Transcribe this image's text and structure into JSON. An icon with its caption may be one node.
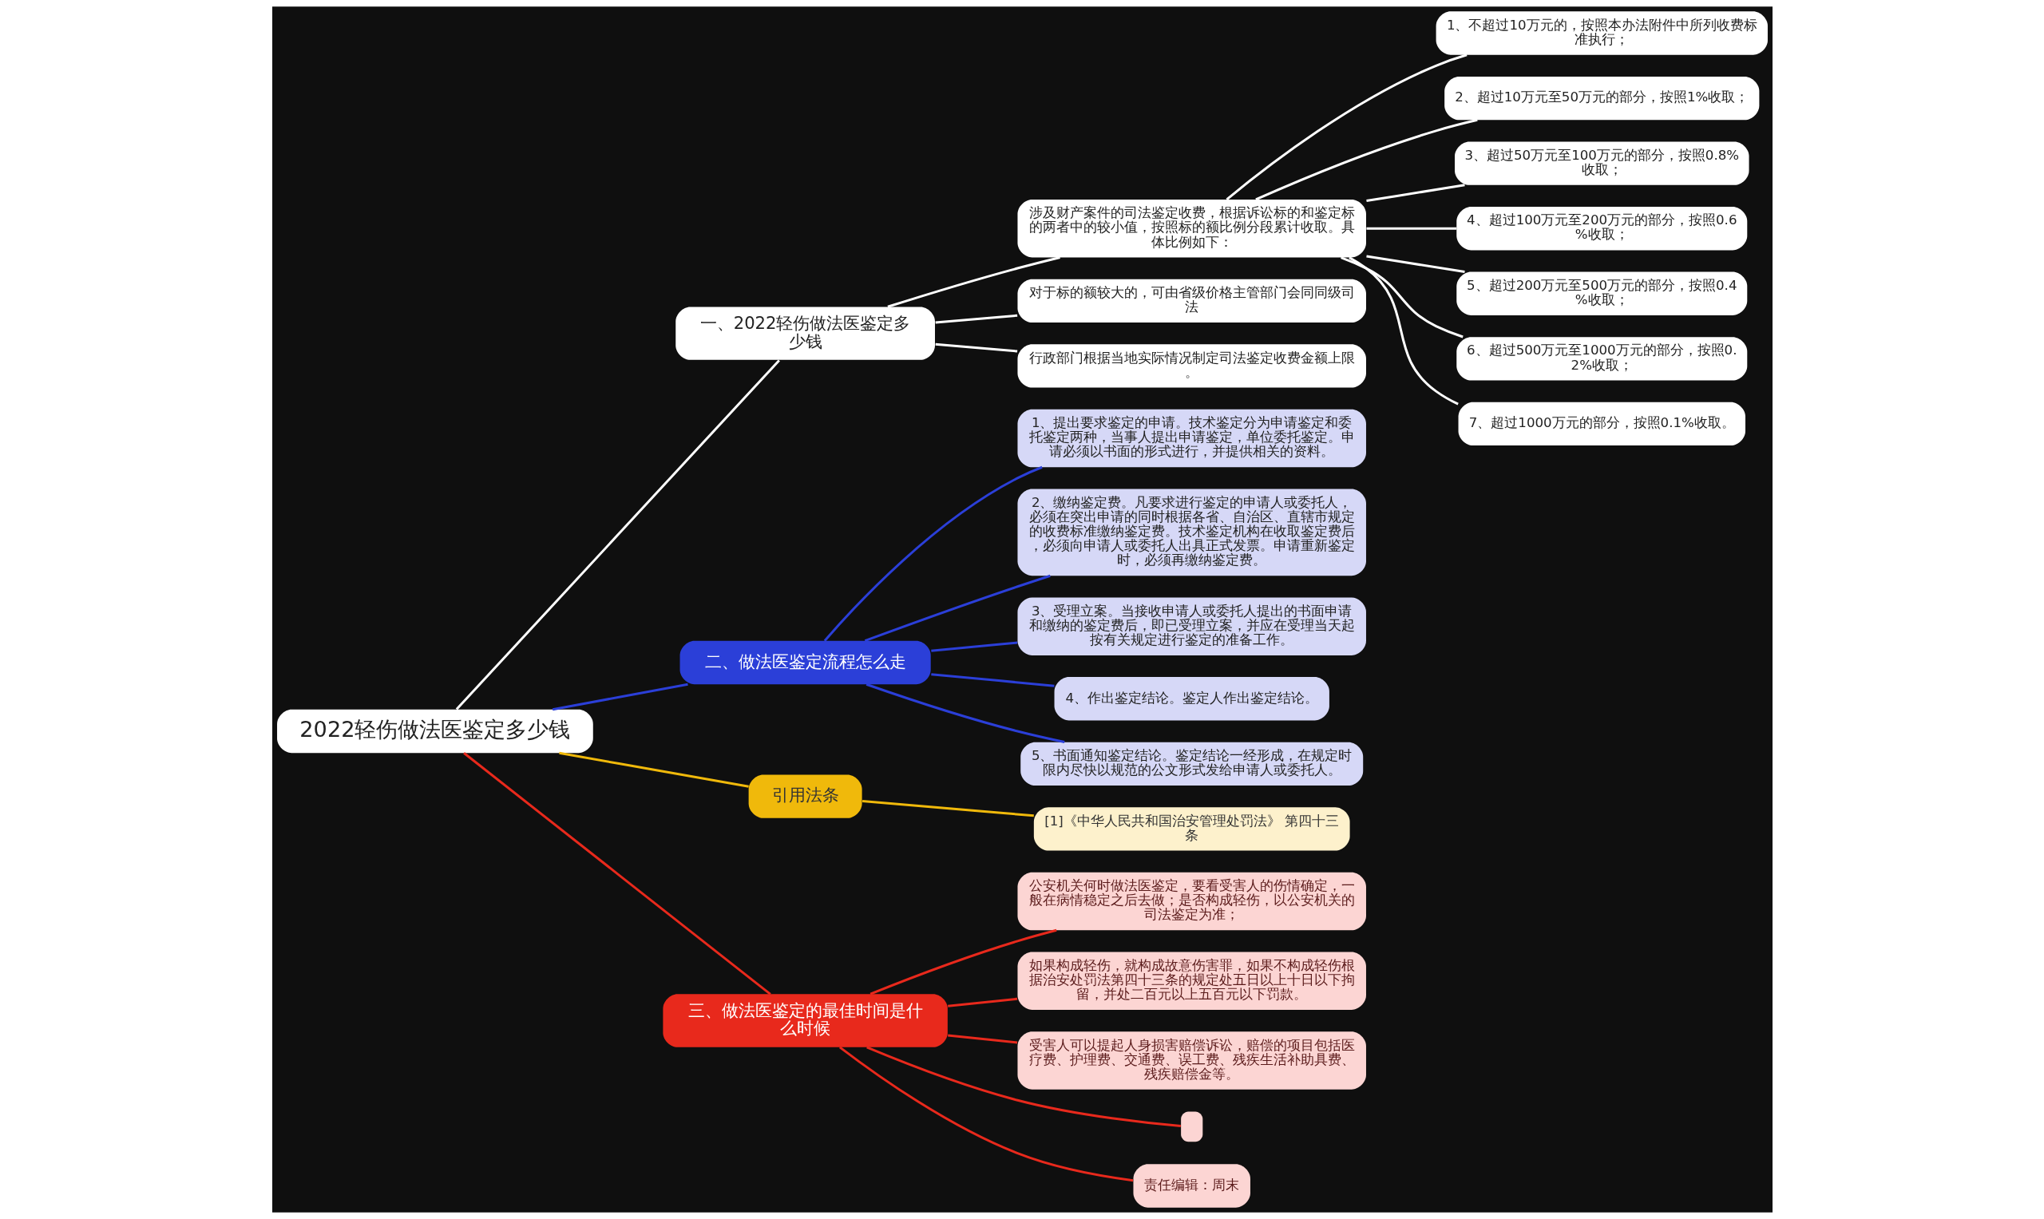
{
  "diagram": {
    "nodes": [
      {
        "text": [
          "2022轻伤做法医鉴定多少钱"
        ]
      },
      {
        "text": [
          "一、2022轻伤做法医鉴定多少钱"
        ]
      },
      {
        "text": [
          "涉及财产案件的司法鉴定收费，根据诉讼标的和鉴定标的两者中的较小值，按照标的额比例分段累计收取。具体比例如下："
        ]
      },
      {
        "text": [
          "1、不超过10万元的，按照本办法附件中所列收费标准执行；"
        ]
      },
      {
        "text": [
          "2、超过10万元至50万元的部分，按照1%收取；"
        ]
      },
      {
        "text": [
          "3、超过50万元至100万元的部分，按照0.8%收取；"
        ]
      },
      {
        "text": [
          "4、超过100万元至200万元的部分，按照0.6%收取；"
        ]
      },
      {
        "text": [
          "5、超过200万元至500万元的部分，按照0.4%收取；"
        ]
      },
      {
        "text": [
          "6、超过500万元至1000万元的部分，按照0.2%收取；"
        ]
      },
      {
        "text": [
          "7、超过1000万元的部分，按照0.1%收取。"
        ]
      },
      {
        "text": [
          "对于标的额较大的，可由省级价格主管部门会同同级司法"
        ]
      },
      {
        "text": [
          "行政部门根据当地实际情况制定司法鉴定收费金额上限。"
        ]
      },
      {
        "text": [
          "二、做法医鉴定流程怎么走"
        ]
      },
      {
        "text": [
          "1、提出要求鉴定的申请。技术鉴定分为申请鉴定和委托鉴定两种，当事人提出申请鉴定，单位委托鉴定。申请必须以书面的形式进行，并提供相关的资料。"
        ]
      },
      {
        "text": [
          "2、缴纳鉴定费。凡要求进行鉴定的申请人或委托人，必须在突出申请的同时根据各省、自治区、直辖市规定的收费标准缴纳鉴定费。技术鉴定机构在收取鉴定费后，必须向申请人或委托人出具正式发票。申请重新鉴定时，必须再缴纳鉴定费。"
        ]
      },
      {
        "text": [
          "3、受理立案。当接收申请人或委托人提出的书面申请和缴纳的鉴定费后，即已受理立案，并应在受理当天起按有关规定进行鉴定的准备工作。"
        ]
      },
      {
        "text": [
          "4、作出鉴定结论。鉴定人作出鉴定结论。"
        ]
      },
      {
        "text": [
          "5、书面通知鉴定结论。鉴定结论一经形成，在规定时限内尽快以规范的公文形式发给申请人或委托人。"
        ]
      },
      {
        "text": [
          "引用法条"
        ]
      },
      {
        "text": [
          "[1]《中华人民共和国治安管理处罚法》 第四十三条"
        ]
      },
      {
        "text": [
          "三、做法医鉴定的最佳时间是什么时候"
        ]
      },
      {
        "text": [
          "公安机关何时做法医鉴定，要看受害人的伤情确定，一般在病情稳定之后去做；是否构成轻伤，以公安机关的司法鉴定为准；"
        ]
      },
      {
        "text": [
          "如果构成轻伤，就构成故意伤害罪，如果不构成轻伤根据治安处罚法第四十三条的规定处五日以上十日以下拘留，并处二百元以上五百元以下罚款。"
        ]
      },
      {
        "text": [
          "受害人可以提起人身损害赔偿诉讼，赔偿的项目包括医疗费、护理费、交通费、误工费、残疾生活补助具费、残疾赔偿金等。"
        ]
      },
      {
        "text": [],
        "shape": "box"
      },
      {
        "text": [
          "责任编辑：周末"
        ]
      }
    ],
    "edges": [
      {
        "from": 0,
        "to": 1,
        "arrow": "none"
      },
      {
        "from": 1,
        "to": 2,
        "arrow": "none"
      },
      {
        "from": 2,
        "to": 3,
        "arrow": "none"
      },
      {
        "from": 2,
        "to": 4,
        "arrow": "none"
      },
      {
        "from": 2,
        "to": 5,
        "arrow": "none"
      },
      {
        "from": 2,
        "to": 6,
        "arrow": "none"
      },
      {
        "from": 2,
        "to": 7,
        "arrow": "none"
      },
      {
        "from": 2,
        "to": 8,
        "arrow": "none"
      },
      {
        "from": 2,
        "to": 9,
        "arrow": "none"
      },
      {
        "from": 1,
        "to": 10,
        "arrow": "none"
      },
      {
        "from": 1,
        "to": 11,
        "arrow": "none"
      },
      {
        "from": 0,
        "to": 12,
        "arrow": "none",
        "color": "#2b3fd8"
      },
      {
        "from": 12,
        "to": 13,
        "arrow": "none",
        "color": "#2b3fd8"
      },
      {
        "from": 12,
        "to": 14,
        "arrow": "none",
        "color": "#2b3fd8"
      },
      {
        "from": 12,
        "to": 15,
        "arrow": "none",
        "color": "#2b3fd8"
      },
      {
        "from": 12,
        "to": 16,
        "arrow": "none",
        "color": "#2b3fd8"
      },
      {
        "from": 12,
        "to": 17,
        "arrow": "none",
        "color": "#2b3fd8"
      },
      {
        "from": 0,
        "to": 18,
        "arrow": "none",
        "color": "#f0b90b"
      },
      {
        "from": 18,
        "to": 19,
        "arrow": "none",
        "color": "#f0b90b"
      },
      {
        "from": 0,
        "to": 20,
        "arrow": "none",
        "color": "#e8291c"
      },
      {
        "from": 20,
        "to": 21,
        "arrow": "none",
        "color": "#e8291c"
      },
      {
        "from": 20,
        "to": 22,
        "arrow": "none",
        "color": "#e8291c"
      },
      {
        "from": 20,
        "to": 23,
        "arrow": "none",
        "color": "#e8291c"
      },
      {
        "from": 20,
        "to": 24,
        "arrow": "none",
        "color": "#e8291c"
      },
      {
        "from": 20,
        "to": 25,
        "arrow": "none",
        "color": "#e8291c"
      }
    ]
  }
}
